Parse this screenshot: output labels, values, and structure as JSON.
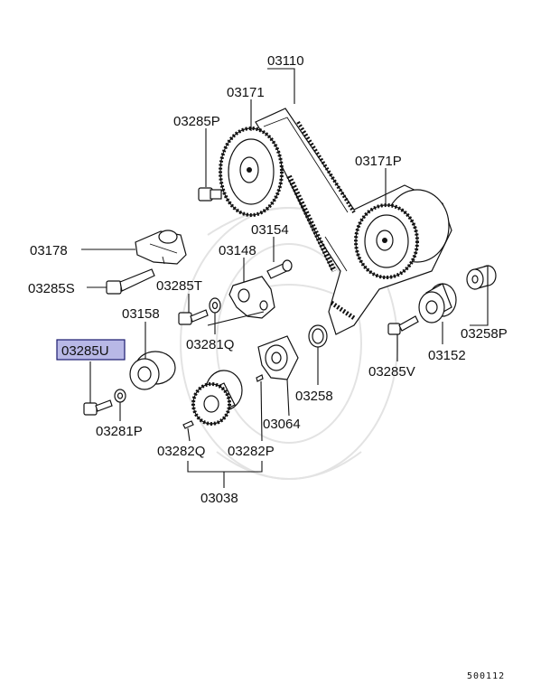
{
  "diagram": {
    "highlight_color": "#b8b8e6",
    "highlighted_part": "03285U",
    "labels": {
      "p03110": "03110",
      "p03171": "03171",
      "p03285P": "03285P",
      "p03171P": "03171P",
      "p03154": "03154",
      "p03178": "03178",
      "p03148": "03148",
      "p03285S": "03285S",
      "p03285T": "03285T",
      "p03158": "03158",
      "p03281Q": "03281Q",
      "p03285U": "03285U",
      "p03258P": "03258P",
      "p03152": "03152",
      "p03285V": "03285V",
      "p03258": "03258",
      "p03064": "03064",
      "p03281P": "03281P",
      "p03282Q": "03282Q",
      "p03282P": "03282P",
      "p03038": "03038"
    },
    "figure_code": "500112"
  }
}
